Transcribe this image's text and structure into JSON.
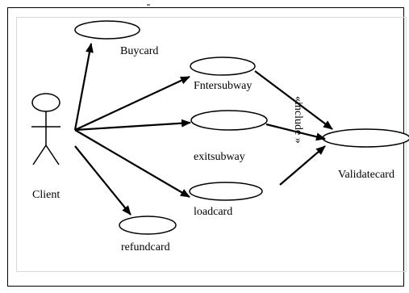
{
  "diagram": {
    "actor": {
      "label": "Client"
    },
    "use_cases": {
      "buycard": "Buycard",
      "entersubway": "Fntersubway",
      "exitsubway": "exitsubway",
      "loadcard": "loadcard",
      "refundcard": "refundcard",
      "validatecard": "Validatecard"
    },
    "include_label": "«include »"
  }
}
